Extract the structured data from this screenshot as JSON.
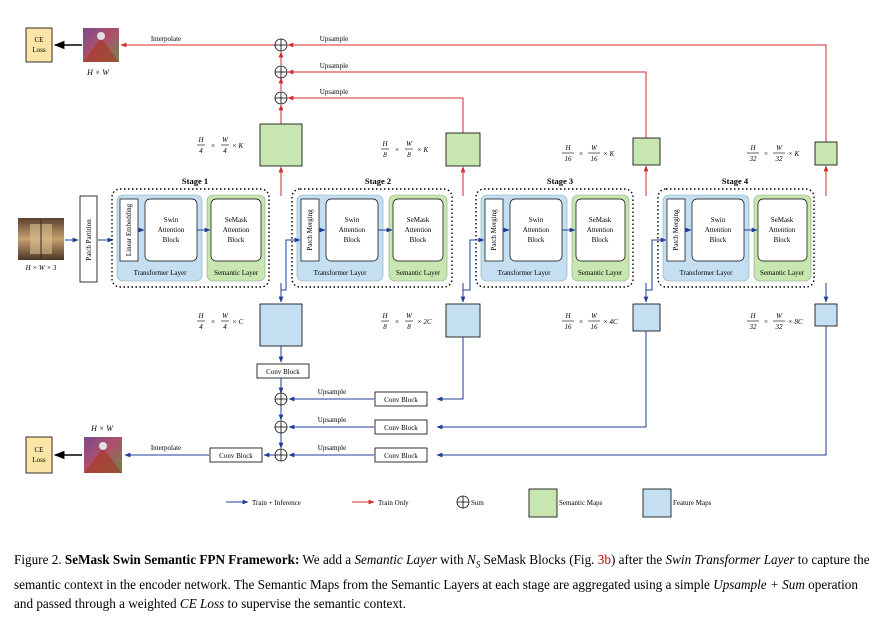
{
  "figure": {
    "ce_loss": "CE Loss",
    "ce_loss_lines": [
      "CE",
      "Loss"
    ],
    "hw": "H × W",
    "hw3": "H × W × 3",
    "interpolate": "Interpolate",
    "upsample": "Upsample",
    "patch_partition": "Patch Partition",
    "linear_embedding": "Linear Embedding",
    "patch_merging": "Patch Merging",
    "swin_block": [
      "Swin",
      "Attention",
      "Block"
    ],
    "semask_block": [
      "SeMask",
      "Attention",
      "Block"
    ],
    "transformer_layer": "Transformer Layer",
    "semantic_layer": "Semantic Layer",
    "conv_block": "Conv Block",
    "stages": [
      "Stage 1",
      "Stage 2",
      "Stage 3",
      "Stage 4"
    ],
    "sem_dims": [
      {
        "num": "H",
        "den": "4",
        "num2": "W",
        "den2": "4",
        "mult": "× K"
      },
      {
        "num": "H",
        "den": "8",
        "num2": "W",
        "den2": "8",
        "mult": "× K"
      },
      {
        "num": "H",
        "den": "16",
        "num2": "W",
        "den2": "16",
        "mult": "× K"
      },
      {
        "num": "H",
        "den": "32",
        "num2": "W",
        "den2": "32",
        "mult": "× K"
      }
    ],
    "feat_dims": [
      {
        "num": "H",
        "den": "4",
        "num2": "W",
        "den2": "4",
        "mult": "× C"
      },
      {
        "num": "H",
        "den": "8",
        "num2": "W",
        "den2": "8",
        "mult": "× 2C"
      },
      {
        "num": "H",
        "den": "16",
        "num2": "W",
        "den2": "16",
        "mult": "× 4C"
      },
      {
        "num": "H",
        "den": "32",
        "num2": "W",
        "den2": "32",
        "mult": "× 8C"
      }
    ],
    "legend": {
      "train_inference": "Train + Inference",
      "train_only": "Train Only",
      "sum": "Sum",
      "semantic_maps": "Semantic Maps",
      "feature_maps": "Feature Maps"
    },
    "colors": {
      "blue_fill": "#c5dff2",
      "green_fill": "#c8e6b0",
      "ce_fill": "#fbe5a6",
      "blue_arrow": "#1f3c99",
      "red_arrow": "#d42b2b"
    }
  },
  "caption": {
    "prefix": "Figure 2. ",
    "title": "SeMask Swin Semantic FPN Framework:",
    "t1": " We add a ",
    "semantic_layer": "Semantic Layer",
    "t2": " with ",
    "ns": "N",
    "ns_sub": "S",
    "t3": " SeMask Blocks (Fig. ",
    "ref": "3b",
    "t4": ") after the ",
    "swin": "Swin",
    "tl": "Transformer Layer",
    "t5": " to capture the semantic context in the encoder network. The Semantic Maps from the Semantic Layers at each stage are aggregated using a simple ",
    "upsum": "Upsample + Sum",
    "t6": " operation and passed through a weighted ",
    "celoss": "CE Loss",
    "t7": " to supervise the semantic context."
  }
}
